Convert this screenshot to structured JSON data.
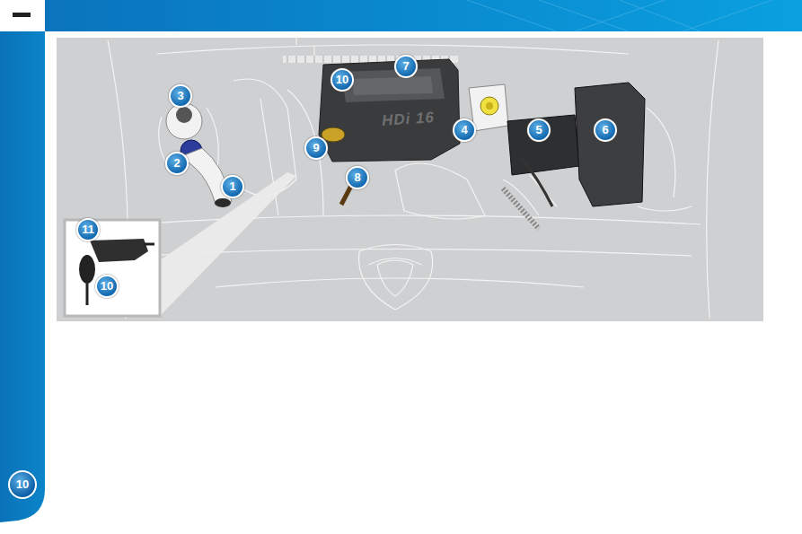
{
  "diagram": {
    "labels": [
      "7",
      "10",
      "3",
      "4",
      "5",
      "6",
      "HDi 16",
      "9",
      "2",
      "1",
      "8",
      "11",
      "10",
      "10"
    ]
  }
}
